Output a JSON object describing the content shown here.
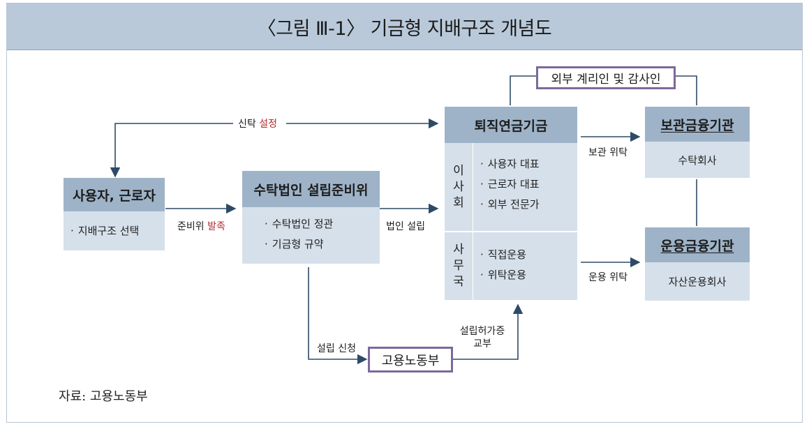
{
  "title": "〈그림 Ⅲ-1〉 기금형 지배구조 개념도",
  "employer": {
    "header": "사용자, 근로자",
    "items": [
      "지배구조 선택"
    ]
  },
  "committee": {
    "header": "수탁법인 설립준비위",
    "items": [
      "수탁법인 정관",
      "기금형 규약"
    ]
  },
  "fund": {
    "header": "퇴직연금기금",
    "board_label": [
      "이",
      "사",
      "회"
    ],
    "board_items": [
      "사용자 대표",
      "근로자 대표",
      "외부 전문가"
    ],
    "office_label": [
      "사",
      "무",
      "국"
    ],
    "office_items": [
      "직접운용",
      "위탁운용"
    ]
  },
  "custodian": {
    "header": "보관금융기관",
    "body": "수탁회사"
  },
  "asset_manager": {
    "header": "운용금융기관",
    "body": "자산운용회사"
  },
  "auditor": "외부 계리인 및 감사인",
  "ministry": "고용노동부",
  "labels": {
    "trust_setup_a": "신탁 ",
    "trust_setup_b": "설정",
    "prep_a": "준비위 ",
    "prep_b": "발족",
    "corp_setup": "법인 설립",
    "custody_trust": "보관 위탁",
    "operation_trust": "운용 위탁",
    "apply": "설립 신청",
    "permit_line1": "설립허가증",
    "permit_line2": "교부"
  },
  "source": "자료: 고용노동부",
  "colors": {
    "header": "#9eb3c8",
    "body": "#d6e0ea",
    "title_bar": "#b9c9da",
    "highlight": "#b22a2a",
    "outline": "#7a6a9c",
    "arrow": "#2e4a66"
  }
}
